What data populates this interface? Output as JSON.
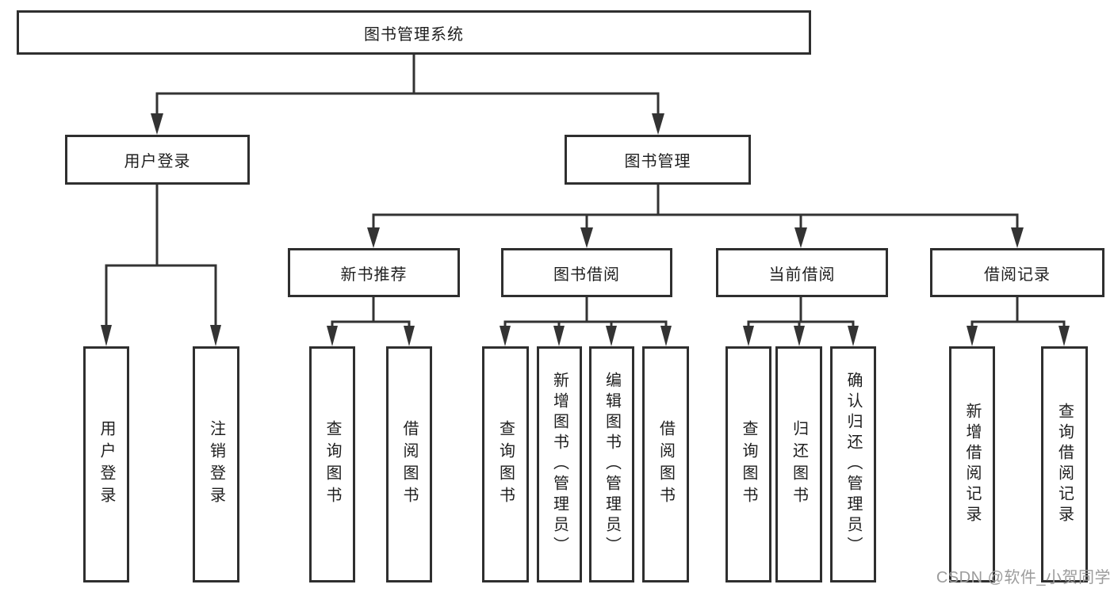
{
  "watermark": "CSDN @软件_小贺同学",
  "colors": {
    "line": "#333333",
    "box_border": "#2f2f2f",
    "text": "#1f1f1f",
    "background": "#ffffff",
    "watermark_text": "#9c9c9c"
  },
  "tree": {
    "label": "图书管理系统",
    "children": [
      {
        "label": "用户登录",
        "children": [
          {
            "label": "用户登录"
          },
          {
            "label": "注销登录"
          }
        ]
      },
      {
        "label": "图书管理",
        "children": [
          {
            "label": "新书推荐",
            "children": [
              {
                "label": "查询图书"
              },
              {
                "label": "借阅图书"
              }
            ]
          },
          {
            "label": "图书借阅",
            "children": [
              {
                "label": "查询图书"
              },
              {
                "label": "新增图书（管理员）"
              },
              {
                "label": "编辑图书（管理员）"
              },
              {
                "label": "借阅图书"
              }
            ]
          },
          {
            "label": "当前借阅",
            "children": [
              {
                "label": "查询图书"
              },
              {
                "label": "归还图书"
              },
              {
                "label": "确认归还（管理员）"
              }
            ]
          },
          {
            "label": "借阅记录",
            "children": [
              {
                "label": "新增借阅记录"
              },
              {
                "label": "查询借阅记录"
              }
            ]
          }
        ]
      }
    ]
  }
}
